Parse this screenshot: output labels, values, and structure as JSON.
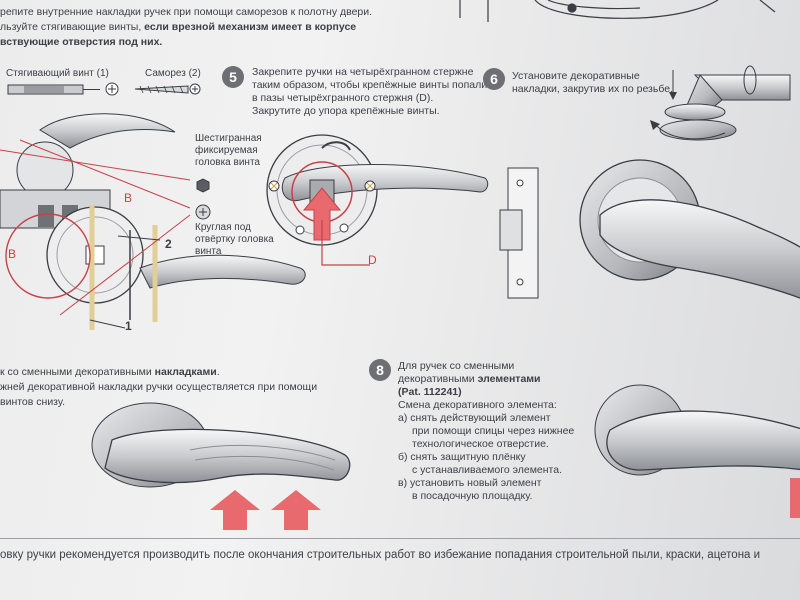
{
  "top_left": {
    "line1": "репите внутренние накладки ручек при помощи саморезов к полотну двери.",
    "line2a": "льзуйте стягивающие винты, ",
    "line2b": "если врезной механизм имеет в корпусе",
    "line3": "вствующие отверстия под них.",
    "screw_label": "Стягивающий винт (1)",
    "self_tap_label": "Саморез (2)",
    "hex_label": "Шестигранная фиксируемая головка винта",
    "round_label": "Круглая под отвёртку головка винта",
    "b1": "B",
    "b2": "B",
    "n1": "1",
    "n2": "2"
  },
  "step5": {
    "number": "5",
    "text": "Закрепите ручки на четырёхгранном стержне таким образом, чтобы крепёжные винты попали в пазы четырёхгранного стержня (D). Закрутите до упора крепёжные винты.",
    "lines": [
      "Закрепите ручки на четырёхгранном стержне",
      "таким образом, чтобы крепёжные винты попали",
      "в пазы четырёхгранного стержня (D).",
      "Закрутите до упора крепёжные винты."
    ],
    "d_label": "D"
  },
  "step6": {
    "number": "6",
    "lines": [
      "Установите декоративные",
      "накладки, закрутив их по резьбе."
    ]
  },
  "step7_partial": {
    "line1a": "к со сменными декоративными ",
    "line1b": "накладками",
    "line1c": ".",
    "line2": "жней декоративной накладки ручки осуществляется при помощи",
    "line3": "винтов снизу."
  },
  "step8": {
    "number": "8",
    "line1": "Для ручек со сменными",
    "line2a": "декоративными ",
    "line2b": "элементами",
    "line3": "(Pat. 112241)",
    "line4": "Смена декоративного элемента:",
    "items": [
      "а) снять действующий элемент",
      "при помощи спицы через нижнее",
      "технологическое отверстие.",
      "б) снять защитную плёнку",
      "с устанавливаемого элемента.",
      "в) установить новый элемент",
      "в посадочную площадку."
    ]
  },
  "footer": "овку ручки рекомендуется производить после окончания строительных работ во избежание попадания строительной пыли, краски, ацетона и",
  "colors": {
    "accent_red": "#d9534f",
    "number_badge": "#6d6f74",
    "text": "#3c3f46"
  }
}
